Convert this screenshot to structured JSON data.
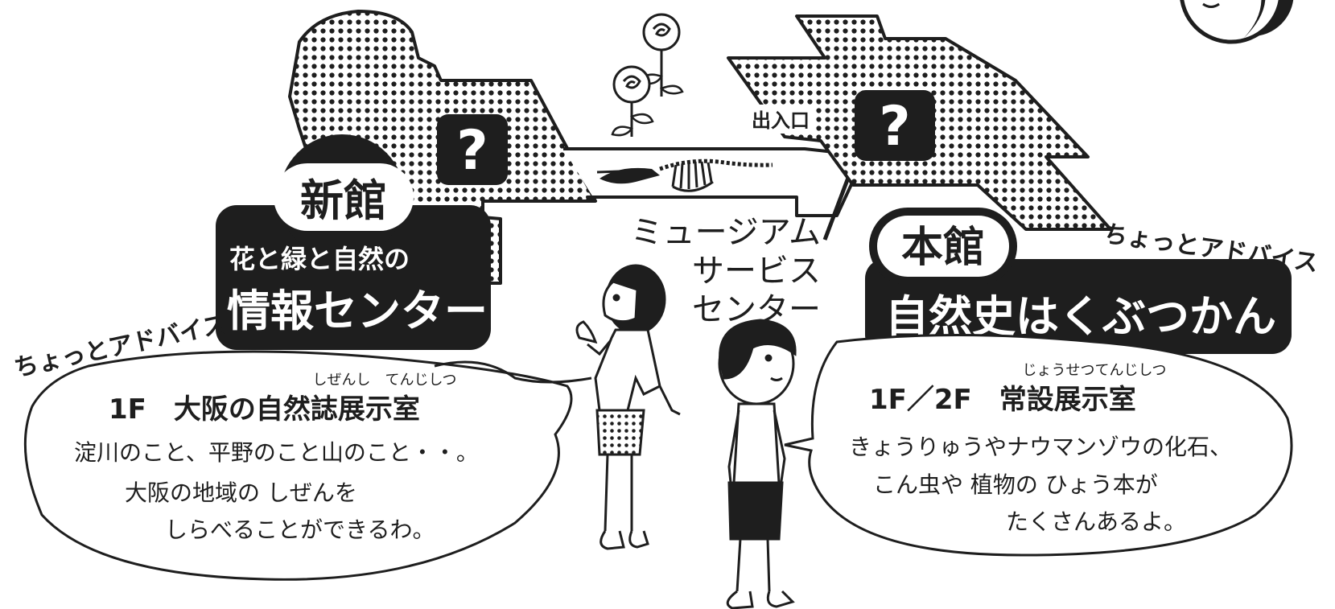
{
  "shinkan": {
    "badge": "新館",
    "subtitle": "花と緑と自然の",
    "title": "情報センター",
    "advice": "ちょっとアドバイス",
    "floor_label": "1F　大阪の自然誌展示室",
    "floor_ruby": "しぜんし　てんじしつ",
    "lines": [
      "淀川のこと、平野のこと山のこと・・。",
      "大阪の地域の しぜんを",
      "しらべることができるわ。"
    ]
  },
  "honkan": {
    "badge": "本館",
    "title": "自然史はくぶつかん",
    "advice": "ちょっとアドバイス",
    "floor_label": "1F／2F　常設展示室",
    "floor_ruby": "じょうせつてんじしつ",
    "lines": [
      "きょうりゅうやナウマンゾウの化石、",
      "こん虫や 植物の ひょう本が",
      "たくさんあるよ。"
    ]
  },
  "map": {
    "entrance": "出入口",
    "info_mark": "?",
    "service_center": [
      "ミュージアム",
      "サービス",
      "センター"
    ]
  },
  "colors": {
    "ink": "#1e1e1e",
    "paper": "#ffffff"
  },
  "icons": [
    "question-icon",
    "rose-icon",
    "skeleton-icon",
    "boy-figure",
    "girl-figure"
  ]
}
